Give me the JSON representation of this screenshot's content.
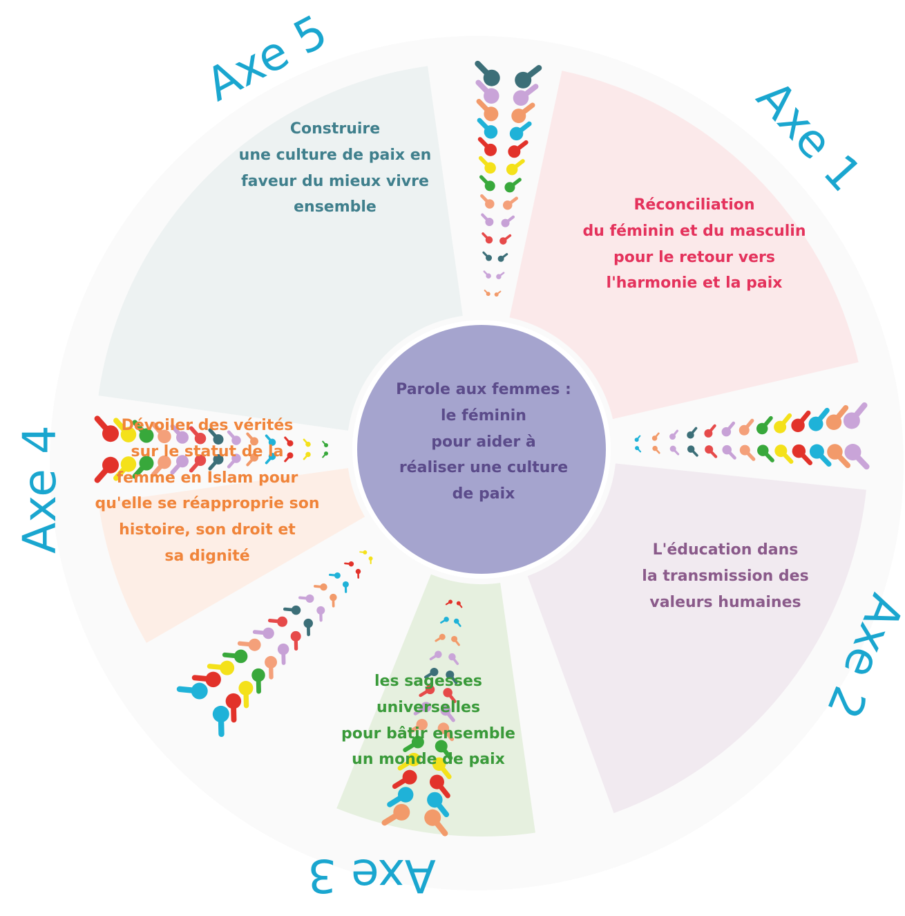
{
  "center": {
    "lines": [
      "Parole aux femmes :",
      "le féminin",
      "pour aider à",
      "réaliser une culture",
      "de paix"
    ],
    "fill": "#a5a4ce",
    "text_color": "#5b4b8a"
  },
  "axes": [
    {
      "label": "Axe 1",
      "lines": [
        "Réconciliation",
        "du féminin et du masculin",
        "pour le retour vers",
        "l'harmonie et la paix"
      ],
      "text_color": "#e4325c",
      "fill": "#fbe9ea"
    },
    {
      "label": "Axe 2",
      "lines": [
        "L'éducation dans",
        "la transmission des",
        "valeurs humaines"
      ],
      "text_color": "#8a5a8a",
      "fill": "#f1eaf0"
    },
    {
      "label": "Axe 3",
      "lines": [
        "les sagesses",
        "universelles",
        "pour bâtir ensemble",
        "un monde de paix"
      ],
      "text_color": "#3a9a3a",
      "fill": "#e6f0df"
    },
    {
      "label": "Axe 4",
      "lines": [
        "Dévoiler des vérités",
        "sur le statut de la",
        "femme en Islam pour",
        "qu'elle se réapproprie son",
        "histoire, son droit et",
        "sa dignité"
      ],
      "text_color": "#f0843a",
      "fill": "#fdeee6"
    },
    {
      "label": "Axe 5",
      "lines": [
        "Construire",
        "une culture de paix en",
        "faveur du mieux vivre",
        "ensemble"
      ],
      "text_color": "#3f7f8c",
      "fill": "#edf2f2"
    }
  ],
  "colors": {
    "axis_label": "#1aa6cf",
    "people_palette": [
      "#3c6f78",
      "#c9a4d8",
      "#f29a6a",
      "#1fb2d8",
      "#e2322a",
      "#f4e11a",
      "#38a83b",
      "#f4a07a",
      "#c7a1d6",
      "#e64a4a"
    ]
  },
  "icons": [
    "paper-people-chain"
  ]
}
